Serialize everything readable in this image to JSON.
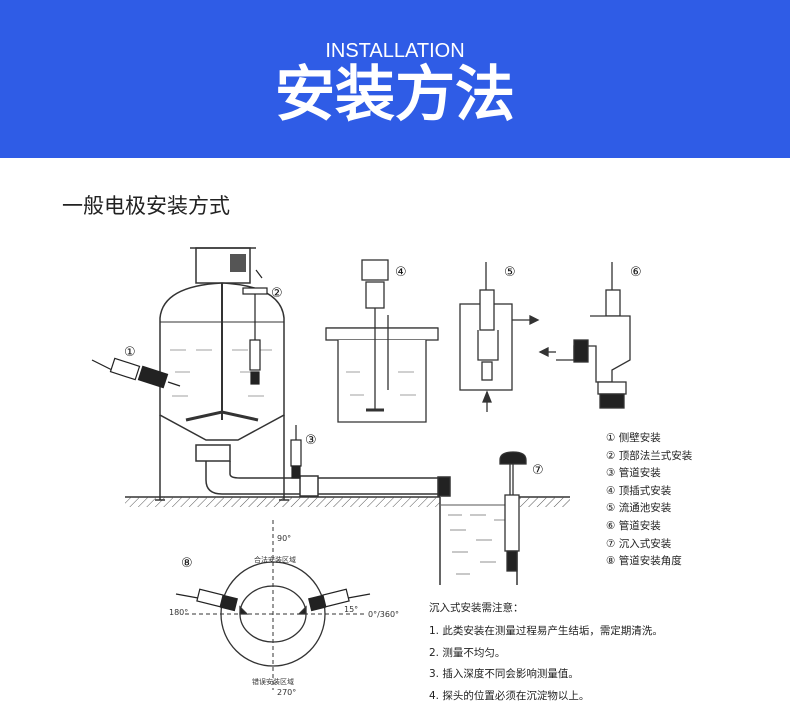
{
  "banner": {
    "title_en": "INSTALLATION",
    "title_zh": "安装方法",
    "color": "#2f5ce6"
  },
  "section_title": "一般电极安装方式",
  "diagram_labels": {
    "n1": "①",
    "n2": "②",
    "n3": "③",
    "n4": "④",
    "n5": "⑤",
    "n6": "⑥",
    "n7": "⑦",
    "n8": "⑧"
  },
  "legend": [
    "① 侧壁安装",
    "② 顶部法兰式安装",
    "③ 管道安装",
    "④ 顶插式安装",
    "⑤ 流通池安装",
    "⑥ 管道安装",
    "⑦ 沉入式安装",
    "⑧ 管道安装角度"
  ],
  "angle_diagram": {
    "deg90": "90°",
    "deg180": "180°",
    "deg0": "0°/360°",
    "deg270": "270°",
    "deg15": "15°",
    "legal_zone": "合法安装区域",
    "wrong_zone": "错误安装区域"
  },
  "notes": {
    "title": "沉入式安装需注意：",
    "items": [
      "1. 此类安装在测量过程易产生结垢，需定期清洗。",
      "2. 测量不均匀。",
      "3. 插入深度不同会影响测量值。",
      "4. 探头的位置必须在沉淀物以上。"
    ]
  }
}
